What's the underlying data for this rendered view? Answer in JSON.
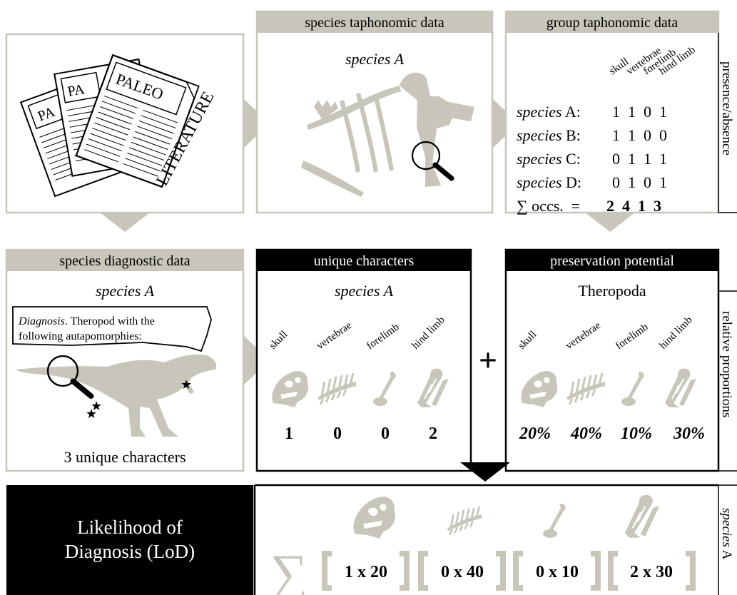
{
  "literature": {
    "paper_labels": [
      "PA",
      "PA",
      "PALEO"
    ],
    "side_label": "LITERATURE"
  },
  "species_taphonomic": {
    "header": "species taphonomic data",
    "species": "species A"
  },
  "group_taphonomic": {
    "header": "group taphonomic data",
    "side_label": "presence/absence",
    "columns": [
      "skull",
      "vertebrae",
      "forelimb",
      "hind limb"
    ],
    "rows": [
      {
        "label_italic": "species",
        "label_rest": " A:",
        "values": "1  1  0  1"
      },
      {
        "label_italic": "species",
        "label_rest": " B:",
        "values": "1  1  0  0"
      },
      {
        "label_italic": "species",
        "label_rest": " C:",
        "values": "0  1  1  1"
      },
      {
        "label_italic": "species",
        "label_rest": " D:",
        "values": "0  1  0  1"
      }
    ],
    "sum_label": "∑ occs.  =",
    "sum_values": "2  4  1  3"
  },
  "species_diagnostic": {
    "header": "species diagnostic data",
    "species": "species A",
    "diagnosis_italic": "Diagnosis",
    "diagnosis_line1_rest": ". Theropod with the",
    "diagnosis_line2": "following autapomorphies:",
    "footer": "3 unique characters"
  },
  "unique_characters": {
    "header": "unique characters",
    "species": "species A",
    "parts": [
      "skull",
      "vertebrae",
      "forelimb",
      "hind limb"
    ],
    "values": [
      "1",
      "0",
      "0",
      "2"
    ]
  },
  "operator_plus": "+",
  "preservation_potential": {
    "header": "preservation potential",
    "group": "Theropoda",
    "parts": [
      "skull",
      "vertebrae",
      "forelimb",
      "hind limb"
    ],
    "values": [
      "20%",
      "40%",
      "10%",
      "30%"
    ],
    "side_label": "relative proportions"
  },
  "lod": {
    "title_line1": "Likelihood of",
    "title_line2": "Diagnosis (LoD)",
    "sigma": "∑",
    "terms": [
      "1 x 20",
      "0 x 40",
      "0 x 10",
      "2 x 30"
    ],
    "side_label_italic": "species",
    "side_label_rest": " A"
  },
  "colors": {
    "accent": "#c8c6ba",
    "dark": "#000000",
    "light": "#ffffff"
  }
}
